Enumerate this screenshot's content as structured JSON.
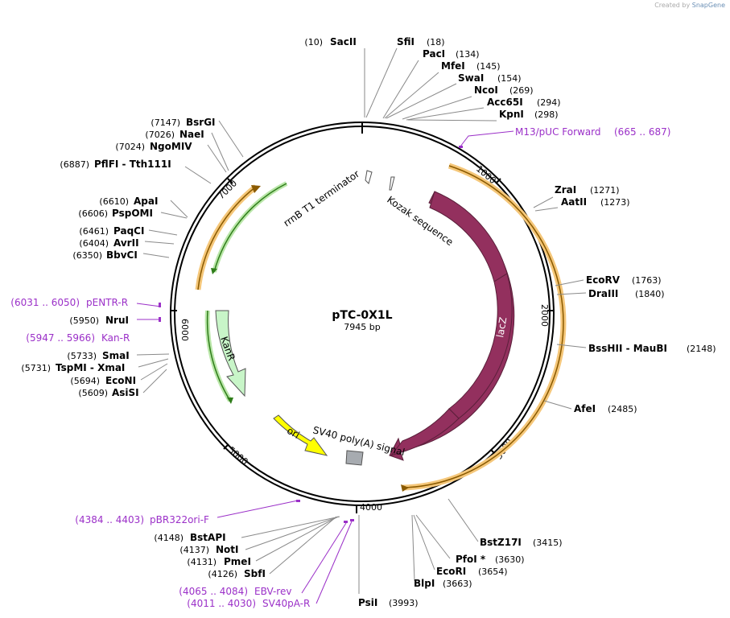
{
  "credit": {
    "created_by": "Created by",
    "brand": "SnapGene"
  },
  "plasmid": {
    "name": "pTC-0X1L",
    "size": "7945 bp"
  },
  "ticks": [
    "1000",
    "2000",
    "3000",
    "4000",
    "5000",
    "6000",
    "7000"
  ],
  "features": {
    "rrnb": "rrnB T1 terminator",
    "kozak": "Kozak sequence",
    "lacz": "lacZ",
    "kanr": "KanR",
    "ori": "ori",
    "sv40": "SV40 poly(A) signal"
  },
  "colors": {
    "lacz": "#93305e",
    "ori": "#ffff00",
    "kanr": "#c8f5c8",
    "primer": "#9b30c8",
    "orange": "#f5a623",
    "green": "#2f7d1a"
  },
  "enzymes": [
    {
      "name": "SacII",
      "pos": "(10)"
    },
    {
      "name": "SfiI",
      "pos": "(18)"
    },
    {
      "name": "PacI",
      "pos": "(134)"
    },
    {
      "name": "MfeI",
      "pos": "(145)"
    },
    {
      "name": "SwaI",
      "pos": "(154)"
    },
    {
      "name": "NcoI",
      "pos": "(269)"
    },
    {
      "name": "Acc65I",
      "pos": "(294)"
    },
    {
      "name": "KpnI",
      "pos": "(298)"
    },
    {
      "name": "ZraI",
      "pos": "(1271)"
    },
    {
      "name": "AatII",
      "pos": "(1273)"
    },
    {
      "name": "EcoRV",
      "pos": "(1763)"
    },
    {
      "name": "DraIII",
      "pos": "(1840)"
    },
    {
      "name": "BssHII  - MauBI",
      "pos": "(2148)"
    },
    {
      "name": "AfeI",
      "pos": "(2485)"
    },
    {
      "name": "BstZ17I",
      "pos": "(3415)"
    },
    {
      "name": "PfoI *",
      "pos": "(3630)"
    },
    {
      "name": "EcoRI",
      "pos": "(3654)"
    },
    {
      "name": "BlpI",
      "pos": "(3663)"
    },
    {
      "name": "PsiI",
      "pos": "(3993)"
    },
    {
      "name": "SbfI",
      "pos": "(4126)"
    },
    {
      "name": "PmeI",
      "pos": "(4131)"
    },
    {
      "name": "NotI",
      "pos": "(4137)"
    },
    {
      "name": "BstAPI",
      "pos": "(4148)"
    },
    {
      "name": "AsiSI",
      "pos": "(5609)"
    },
    {
      "name": "EcoNI",
      "pos": "(5694)"
    },
    {
      "name": "TspMI  - XmaI",
      "pos": "(5731)"
    },
    {
      "name": "SmaI",
      "pos": "(5733)"
    },
    {
      "name": "NruI",
      "pos": "(5950)"
    },
    {
      "name": "BbvCI",
      "pos": "(6350)"
    },
    {
      "name": "AvrII",
      "pos": "(6404)"
    },
    {
      "name": "PaqCI",
      "pos": "(6461)"
    },
    {
      "name": "PspOMI",
      "pos": "(6606)"
    },
    {
      "name": "ApaI",
      "pos": "(6610)"
    },
    {
      "name": "PflFI  - Tth111I",
      "pos": "(6887)"
    },
    {
      "name": "NgoMIV",
      "pos": "(7024)"
    },
    {
      "name": "NaeI",
      "pos": "(7026)"
    },
    {
      "name": "BsrGI",
      "pos": "(7147)"
    }
  ],
  "primers": [
    {
      "name": "M13/pUC Forward",
      "range": "(665 .. 687)"
    },
    {
      "name": "pENTR-R",
      "range": "(6031 .. 6050)"
    },
    {
      "name": "Kan-R",
      "range": "(5947 .. 5966)"
    },
    {
      "name": "pBR322ori-F",
      "range": "(4384 .. 4403)"
    },
    {
      "name": "EBV-rev",
      "range": "(4065 .. 4084)"
    },
    {
      "name": "SV40pA-R",
      "range": "(4011 .. 4030)"
    }
  ]
}
